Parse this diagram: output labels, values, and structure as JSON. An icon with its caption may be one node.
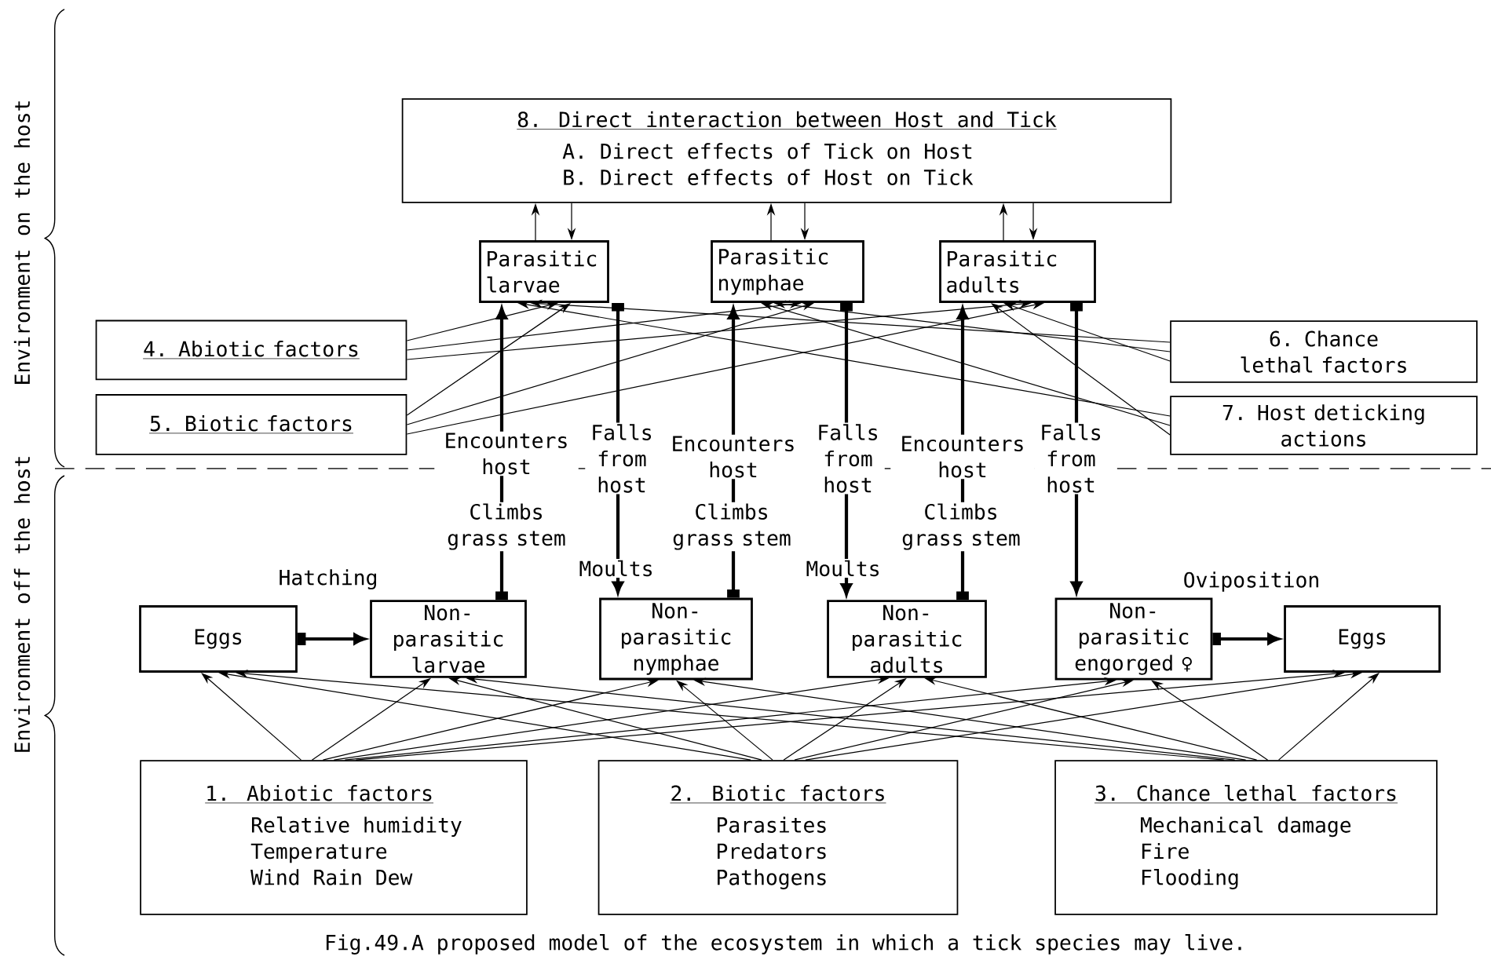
{
  "diagram": {
    "caption": "Fig.49.A proposed model of the ecosystem in which a tick species may live.",
    "nodes": [
      {
        "text": [
          "8. Direct interaction between Host and Tick",
          "A. Direct effects of Tick on Host",
          "B. Direct effects of Host on Tick"
        ]
      },
      {
        "text": [
          "Parasitic larvae"
        ]
      },
      {
        "text": [
          "Parasitic nymphae"
        ]
      },
      {
        "text": [
          "Parasitic adults"
        ]
      },
      {
        "text": [
          "4. Abiotic factors"
        ]
      },
      {
        "text": [
          "5. Biotic factors"
        ]
      },
      {
        "text": [
          "6. Chance lethal factors"
        ]
      },
      {
        "text": [
          "7. Host deticking actions"
        ]
      },
      {
        "text": [
          "Eggs"
        ]
      },
      {
        "text": [
          "Non-parasitic larvae"
        ]
      },
      {
        "text": [
          "Non-parasitic nymphae"
        ]
      },
      {
        "text": [
          "Non-parasitic adults"
        ]
      },
      {
        "text": [
          "Non-parasitic engorged ♀"
        ]
      },
      {
        "text": [
          "Eggs"
        ]
      },
      {
        "text": [
          "1. Abiotic factors",
          "Relative humidity",
          "Temperature",
          "Wind Rain Dew"
        ]
      },
      {
        "text": [
          "2. Biotic factors",
          "Parasites",
          "Predators",
          "Pathogens"
        ]
      },
      {
        "text": [
          "3. Chance lethal factors",
          "Mechanical damage",
          "Fire",
          "Flooding"
        ]
      }
    ],
    "edges": [
      {
        "from": 1,
        "to": 0,
        "arrow": "to"
      },
      {
        "from": 0,
        "to": 1,
        "arrow": "to"
      },
      {
        "from": 2,
        "to": 0,
        "arrow": "to"
      },
      {
        "from": 0,
        "to": 2,
        "arrow": "to"
      },
      {
        "from": 3,
        "to": 0,
        "arrow": "to"
      },
      {
        "from": 0,
        "to": 3,
        "arrow": "to"
      },
      {
        "from": 8,
        "to": 9,
        "arrow": "to",
        "style": "thick"
      },
      {
        "from": 12,
        "to": 13,
        "arrow": "to",
        "style": "thick"
      },
      {
        "from": 9,
        "to": 1,
        "arrow": "to",
        "style": "thick",
        "label": "Climbs grass stem"
      },
      {
        "from": 1,
        "to": 10,
        "arrow": "to",
        "style": "thick",
        "label": "Falls from host"
      },
      {
        "from": 10,
        "to": 2,
        "arrow": "to",
        "style": "thick",
        "label": "Climbs grass stem"
      },
      {
        "from": 2,
        "to": 11,
        "arrow": "to",
        "style": "thick",
        "label": "Falls from host"
      },
      {
        "from": 11,
        "to": 3,
        "arrow": "to",
        "style": "thick",
        "label": "Climbs grass stem"
      },
      {
        "from": 3,
        "to": 12,
        "arrow": "to",
        "style": "thick",
        "label": "Falls from host"
      },
      {
        "from": 4,
        "to": 1,
        "arrow": "to"
      },
      {
        "from": 4,
        "to": 2,
        "arrow": "to"
      },
      {
        "from": 4,
        "to": 3,
        "arrow": "to"
      },
      {
        "from": 5,
        "to": 1,
        "arrow": "to"
      },
      {
        "from": 5,
        "to": 2,
        "arrow": "to"
      },
      {
        "from": 5,
        "to": 3,
        "arrow": "to"
      },
      {
        "from": 6,
        "to": 1,
        "arrow": "to"
      },
      {
        "from": 6,
        "to": 2,
        "arrow": "to"
      },
      {
        "from": 6,
        "to": 3,
        "arrow": "to"
      },
      {
        "from": 7,
        "to": 1,
        "arrow": "to"
      },
      {
        "from": 7,
        "to": 2,
        "arrow": "to"
      },
      {
        "from": 7,
        "to": 3,
        "arrow": "to"
      },
      {
        "from": 14,
        "to": 8,
        "arrow": "to"
      },
      {
        "from": 14,
        "to": 9,
        "arrow": "to"
      },
      {
        "from": 14,
        "to": 10,
        "arrow": "to"
      },
      {
        "from": 14,
        "to": 11,
        "arrow": "to"
      },
      {
        "from": 14,
        "to": 12,
        "arrow": "to"
      },
      {
        "from": 14,
        "to": 13,
        "arrow": "to"
      },
      {
        "from": 15,
        "to": 8,
        "arrow": "to"
      },
      {
        "from": 15,
        "to": 9,
        "arrow": "to"
      },
      {
        "from": 15,
        "to": 10,
        "arrow": "to"
      },
      {
        "from": 15,
        "to": 11,
        "arrow": "to"
      },
      {
        "from": 15,
        "to": 12,
        "arrow": "to"
      },
      {
        "from": 15,
        "to": 13,
        "arrow": "to"
      },
      {
        "from": 16,
        "to": 8,
        "arrow": "to"
      },
      {
        "from": 16,
        "to": 9,
        "arrow": "to"
      },
      {
        "from": 16,
        "to": 10,
        "arrow": "to"
      },
      {
        "from": 16,
        "to": 11,
        "arrow": "to"
      },
      {
        "from": 16,
        "to": 12,
        "arrow": "to"
      },
      {
        "from": 16,
        "to": 13,
        "arrow": "to"
      }
    ],
    "labels": [
      "Environment on the host",
      "Environment off the host",
      "Encounters host",
      "Encounters host",
      "Encounters host",
      "Hatching",
      "Moults",
      "Moults",
      "Oviposition"
    ]
  }
}
